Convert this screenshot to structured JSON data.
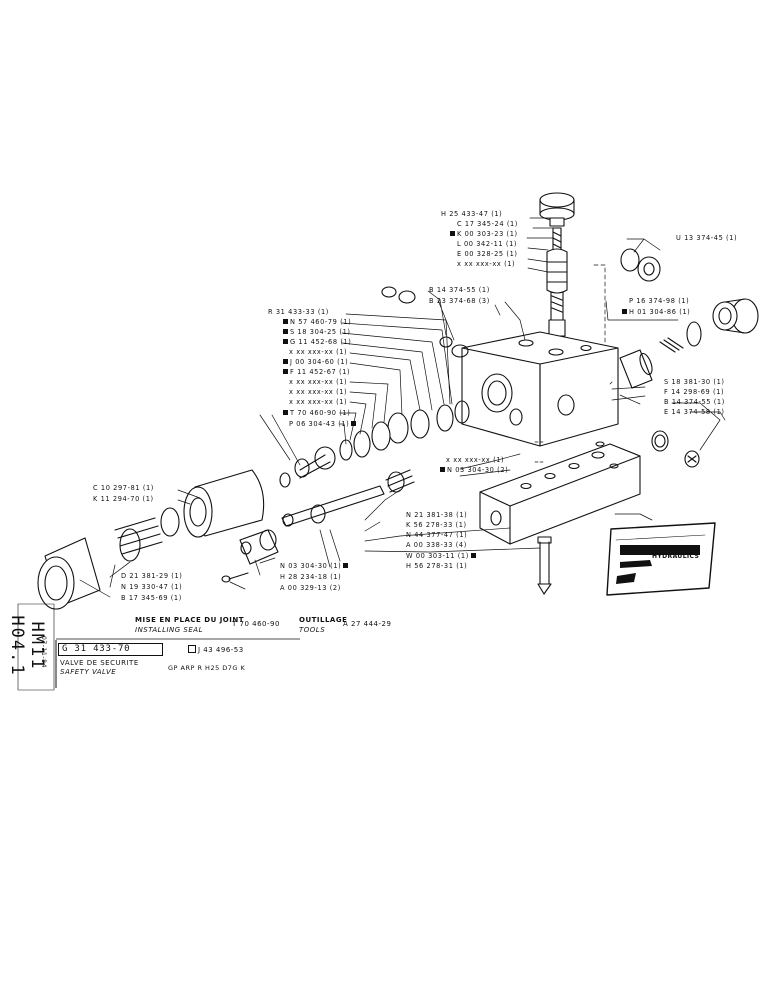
{
  "labels": {
    "l1": "H 25 433-47 (1)",
    "l2": "C 17 345-24 (1)",
    "l3": "K 00 303-23 (1)",
    "l4": "L 00 342-11 (1)",
    "l5": "E 00 328-25 (1)",
    "l6": "x xx xxx-xx (1)",
    "l7": "U 13 374-45 (1)",
    "l8": "B 14 374-55 (1)",
    "l9": "B 23 374-68 (3)",
    "l10": "R 31 433-33 (1)",
    "l11": "N 57 460-79 (1)",
    "l12": "S 18 304-25 (1)",
    "l13": "G 11 452-68 (1)",
    "l14": "x xx xxx-xx (1)",
    "l15": "J 00 304-60 (1)",
    "l16": "F 11 452-67 (1)",
    "l17": "x xx xxx-xx (1)",
    "l18": "x xx xxx-xx (1)",
    "l19": "x xx xxx-xx (1)",
    "l20": "T 70 460-90 (1)",
    "l21": "P 06 304-43 (1)",
    "l22": "P 16 374-98 (1)",
    "l23": "H 01 304-86 (1)",
    "l24": "S 18 381-30 (1)",
    "l25": "F 14 298-69 (1)",
    "l26": "B 14 374-55 (1)",
    "l27": "E 14 374-58 (1)",
    "l28": "x xx xxx-xx (1)",
    "l29": "N 03 304-30 (2)",
    "l30": "C 10 297-81 (1)",
    "l31": "K 11 294-70 (1)",
    "l32": "N 21 381-38 (1)",
    "l33": "K 56 278-33 (1)",
    "l34": "N 44 377-47 (1)",
    "l35": "A 00 338-33 (4)",
    "l36": "W 00 303-11 (1)",
    "l37": "H 56 278-31 (1)",
    "l38": "D 21 381-29 (1)",
    "l39": "N 19 330-47 (1)",
    "l40": "B 17 345-69 (1)",
    "l41": "N 03 304-30 (1)",
    "l42": "H 28 234-18 (1)",
    "l43": "A 00 329-13 (2)"
  },
  "plate": {
    "brand": "HYDRAULICS"
  },
  "footer": {
    "install_title": "MISE EN PLACE DU JOINT",
    "install_sub": "INSTALLING SEAL",
    "install_ref": "T 70 460-90",
    "tools_title": "OUTILLAGE",
    "tools_sub": "TOOLS",
    "tools_ref": "A 27 444-29",
    "part_number": "G 31 433-70",
    "alt_number": "J 43 496-53",
    "desc_fr": "VALVE DE SECURITE",
    "desc_en": "SAFETY VALVE",
    "model": "GP ARP R H25 D7G K",
    "side_code": "HM11 H04.1",
    "date": "07-11-84"
  }
}
